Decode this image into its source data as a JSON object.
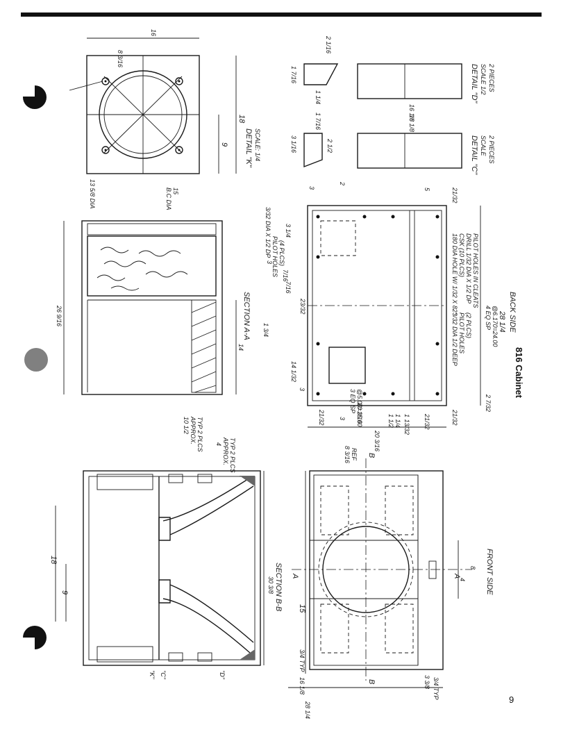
{
  "caption": "816 Cabinet",
  "page_number": "9",
  "views": {
    "detail_k": {
      "title": "DETAIL \"K\"",
      "scale": "SCALE: 1/4",
      "dims": [
        "8 3/16",
        "16",
        "18",
        "9",
        "13 5/8 DIA",
        "15",
        "B.C DIA"
      ]
    },
    "detail_d": {
      "title": "DETAIL \"D\"",
      "scale": "SCALE 1/2",
      "pieces": "2 PIECES",
      "dims": [
        "2 1/16",
        "1 7/16",
        "1 1/4",
        "16 1/8"
      ]
    },
    "detail_c": {
      "title": "DETAIL \"C\"",
      "scale": "SCALE",
      "pieces": "2 PIECES",
      "dims": [
        "3 1/16",
        "1 7/16",
        "2 1/2",
        "16 1/8"
      ]
    },
    "section_aa": {
      "title": "SECTION A-A",
      "dims": [
        "26 9/16",
        "14"
      ]
    },
    "section_bb": {
      "title": "SECTION B-B",
      "dims": [
        "18",
        "9",
        "15",
        "30 3/8",
        "3/4 TYP",
        "10 1/2",
        "APPROX.",
        "TYP 2 PLCS",
        "4",
        "APPROX.",
        "TYP 2 PLCS"
      ],
      "callouts": [
        "\"K\"",
        "\"C\"",
        "\"D\""
      ]
    },
    "back_side": {
      "title": "BACK SIDE",
      "dims": [
        "28 1/4",
        "20 3/16",
        "3",
        "2",
        "5",
        "3",
        "3 1/4",
        "7/16",
        "23/32",
        "7/16",
        "1 3/4",
        "14 1/32",
        "3",
        "3",
        "21/32",
        "21/32",
        "21/32",
        "1 1/4",
        "1 1/2",
        "1 13/32",
        "21/32",
        "2 7/32",
        "3 EQ SP",
        "@5.00=15.00",
        "4 EQ SP",
        "@6.170=24.00"
      ],
      "notes": [
        "3/32 DIA X 1/2 DP",
        "PILOT HOLES",
        "(4 PLCS)",
        "180 DIA HOLE W/ 1/32 X 82°",
        "CSK (10 PLCS)",
        "DRILL 1/32 DIA X 1/2 DP",
        "PILOT HOLES IN CLEATS",
        "3/32 DIA 1/2 DEEP",
        "PILOT HOLES",
        "(2 PLCS)"
      ]
    },
    "front_side": {
      "title": "FRONT SIDE",
      "dims": [
        "8 3/16",
        "REF",
        "4",
        "8",
        "3/4 TYP",
        "16 1/8",
        "3 3/8",
        "28 1/4"
      ],
      "markers": [
        "B",
        "B",
        "A",
        "A"
      ]
    }
  }
}
